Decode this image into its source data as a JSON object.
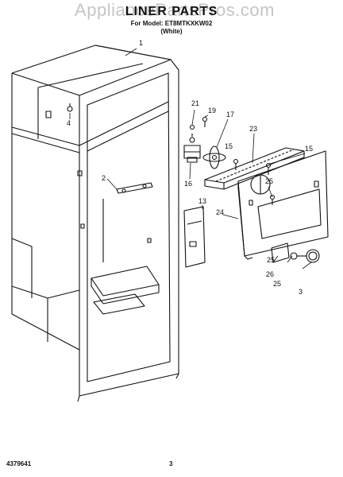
{
  "header": {
    "watermark": "AppliancePartsPros.com",
    "title": "LINER PARTS",
    "model_line": "For Model: ET8MTKXKW02",
    "color_line": "(White)"
  },
  "callouts": {
    "c1": "1",
    "c2": "2",
    "c3": "3",
    "c4": "4",
    "c13": "13",
    "c15a": "15",
    "c15b": "15",
    "c16": "16",
    "c17": "17",
    "c19": "19",
    "c21": "21",
    "c23": "23",
    "c24": "24",
    "c25a": "25",
    "c25b": "25",
    "c25c": "25",
    "c26": "26"
  },
  "footer": {
    "part_number": "4379641",
    "page": "3"
  }
}
